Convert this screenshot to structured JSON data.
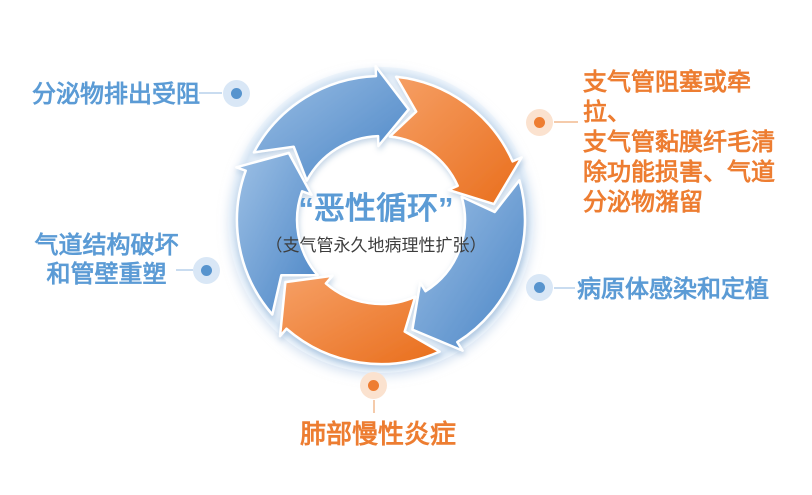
{
  "diagram": {
    "center": {
      "title": "“恶性循环”",
      "subtitle": "（支气管永久地病理性扩张）"
    },
    "direction": "clockwise",
    "nodes": [
      {
        "id": "secretion-blocked",
        "color": "blue",
        "position": "upper-left",
        "label": "分泌物排出受阻"
      },
      {
        "id": "bronchial-obstruction",
        "color": "orange",
        "position": "upper-right",
        "lines": [
          "支气管阻塞或牵拉、",
          "支气管黏膜纤毛清",
          "除功能损害、气道",
          "分泌物潴留"
        ]
      },
      {
        "id": "pathogen-infection",
        "color": "blue",
        "position": "right",
        "label": "病原体感染和定植"
      },
      {
        "id": "chronic-inflammation",
        "color": "orange",
        "position": "bottom",
        "label": "肺部慢性炎症"
      },
      {
        "id": "airway-remodeling",
        "color": "blue",
        "position": "left",
        "lines": [
          "气道结构破坏",
          "和管壁重塑"
        ]
      }
    ],
    "arrows": [
      {
        "color": "blue",
        "from_deg": 298,
        "to_deg": 14
      },
      {
        "color": "orange",
        "from_deg": 6,
        "to_deg": 82
      },
      {
        "color": "blue",
        "from_deg": 74,
        "to_deg": 164
      },
      {
        "color": "orange",
        "from_deg": 156,
        "to_deg": 237
      },
      {
        "color": "blue",
        "from_deg": 229,
        "to_deg": 306
      }
    ]
  },
  "colors": {
    "blue_text": "#5B9BD5",
    "orange_text": "#ED7D31",
    "blue_dot": "#5794CE",
    "orange_dot": "#EE7D31",
    "blue_dot_halo": "#D9E7F6",
    "orange_dot_halo": "#FBE2CF",
    "arrow_blue_light": "#9DC0E5",
    "arrow_blue_dark": "#4A85C6",
    "arrow_orange_light": "#F6A066",
    "arrow_orange_dark": "#E96E1C",
    "ring_halo_edge": "#D8E6F4",
    "subtitle_text": "#3D3D3D"
  }
}
